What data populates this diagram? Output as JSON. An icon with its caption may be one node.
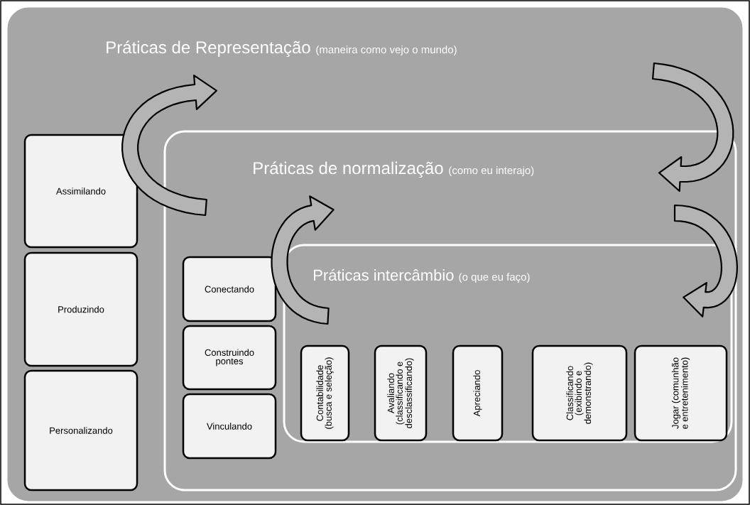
{
  "diagram": {
    "nodes": [
      {
        "text": [
          "Práticas de Representação",
          "(maneira como vejo o mundo)"
        ]
      },
      {
        "text": [
          "Assimilando"
        ],
        "in": 0
      },
      {
        "text": [
          "Produzindo"
        ],
        "in": 0
      },
      {
        "text": [
          "Personalizando"
        ],
        "in": 0
      },
      {
        "text": [
          "Práticas de normalização",
          "(como eu interajo)"
        ],
        "in": 0
      },
      {
        "text": [
          "Conectando"
        ],
        "in": 4
      },
      {
        "text": [
          "Construindo pontes"
        ],
        "in": 4
      },
      {
        "text": [
          "Vinculando"
        ],
        "in": 4
      },
      {
        "text": [
          "Práticas intercâmbio",
          "(o que eu faço)"
        ],
        "in": 4
      },
      {
        "text": [
          "Contabilidade (busca e seleção)"
        ],
        "in": 8
      },
      {
        "text": [
          "Avaliando (classificando e desclassificando)"
        ],
        "in": 8
      },
      {
        "text": [
          "Apreciando"
        ],
        "in": 8
      },
      {
        "text": [
          "Classificando (exibindo e demonstrando)"
        ],
        "in": 8
      },
      {
        "text": [
          "Jogar (comunhão e entretenimento)"
        ],
        "in": 8
      }
    ],
    "edges": [
      {
        "from": 4,
        "to": 0,
        "arrow": "to"
      },
      {
        "from": 0,
        "to": 4,
        "arrow": "to"
      },
      {
        "from": 8,
        "to": 4,
        "arrow": "to"
      },
      {
        "from": 4,
        "to": 8,
        "arrow": "to"
      }
    ]
  }
}
